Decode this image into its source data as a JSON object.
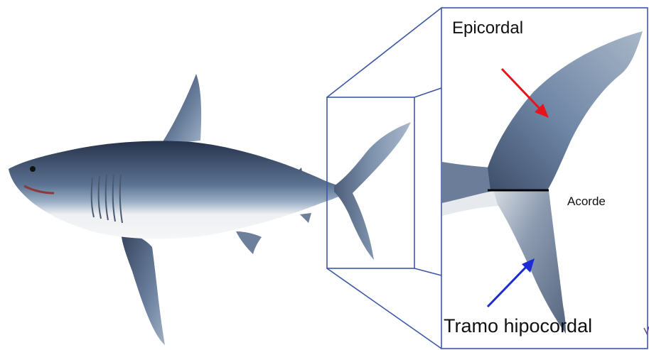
{
  "labels": {
    "epicordal": "Epicordal",
    "acorde": "Acorde",
    "hipocordal": "Tramo hipocordal"
  },
  "colors": {
    "frame": "#3b57a6",
    "arrow_upper": "#e8141b",
    "arrow_lower": "#1d2bd6",
    "chord_line": "#000000",
    "shark_dorsal": "#2f3c52",
    "shark_mid": "#6f85a1",
    "shark_belly": "#f1f2f4"
  }
}
